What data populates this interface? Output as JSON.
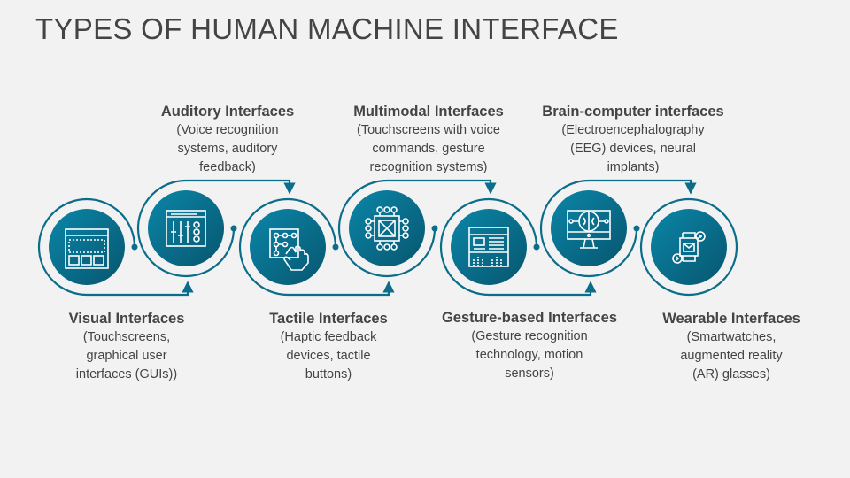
{
  "title": "TYPES OF HUMAN MACHINE INTERFACE",
  "colors": {
    "ring": "#0c6d8b",
    "circle_light": "#0b7b9c",
    "circle_dark": "#075670",
    "text": "#444444",
    "background": "#f2f2f2"
  },
  "items": [
    {
      "title": "Visual Interfaces",
      "lines": [
        "(Touchscreens,",
        "graphical user",
        "interfaces (GUIs))"
      ],
      "icon": "window-layout-icon"
    },
    {
      "title": "Auditory Interfaces",
      "lines": [
        "(Voice recognition",
        "systems, auditory",
        "feedback)"
      ],
      "icon": "sliders-icon"
    },
    {
      "title": "Tactile Interfaces",
      "lines": [
        "(Haptic feedback",
        "devices, tactile",
        "buttons)"
      ],
      "icon": "touch-pattern-icon"
    },
    {
      "title": "Multimodal Interfaces",
      "lines": [
        "(Touchscreens with voice",
        "commands, gesture",
        "recognition systems)"
      ],
      "icon": "chip-icon"
    },
    {
      "title": "Gesture-based Interfaces",
      "lines": [
        "(Gesture recognition",
        "technology, motion",
        "sensors)"
      ],
      "icon": "keyboard-hands-icon"
    },
    {
      "title": "Brain-computer interfaces",
      "lines": [
        "(Electroencephalography",
        "(EEG) devices, neural",
        "implants)"
      ],
      "icon": "brain-monitor-icon"
    },
    {
      "title": "Wearable Interfaces",
      "lines": [
        "(Smartwatches,",
        "augmented reality",
        "(AR) glasses)"
      ],
      "icon": "smartwatch-icon"
    }
  ]
}
